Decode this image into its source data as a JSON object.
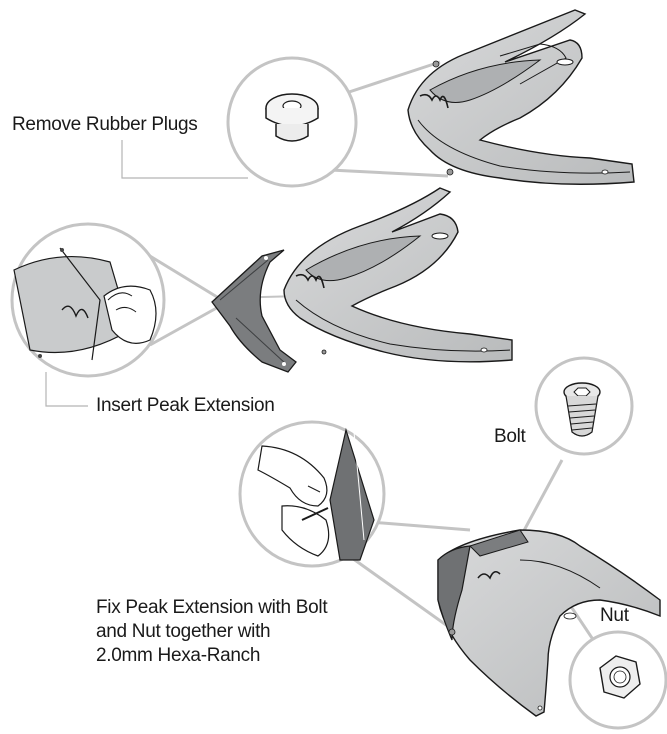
{
  "steps": [
    {
      "label": "Remove Rubber Plugs"
    },
    {
      "label": "Insert Peak Extension"
    },
    {
      "lines": [
        "Fix Peak Extension with Bolt",
        "and Nut together with",
        "2.0mm Hexa-Ranch"
      ]
    }
  ],
  "parts": {
    "bolt": "Bolt",
    "nut": "Nut"
  },
  "colors": {
    "line": "#1a1a1a",
    "visor_fill": "#c9cbcc",
    "visor_dark": "#6f7173",
    "callout_line": "#b5b5b5",
    "callout_circle": "#c4c4c4"
  }
}
